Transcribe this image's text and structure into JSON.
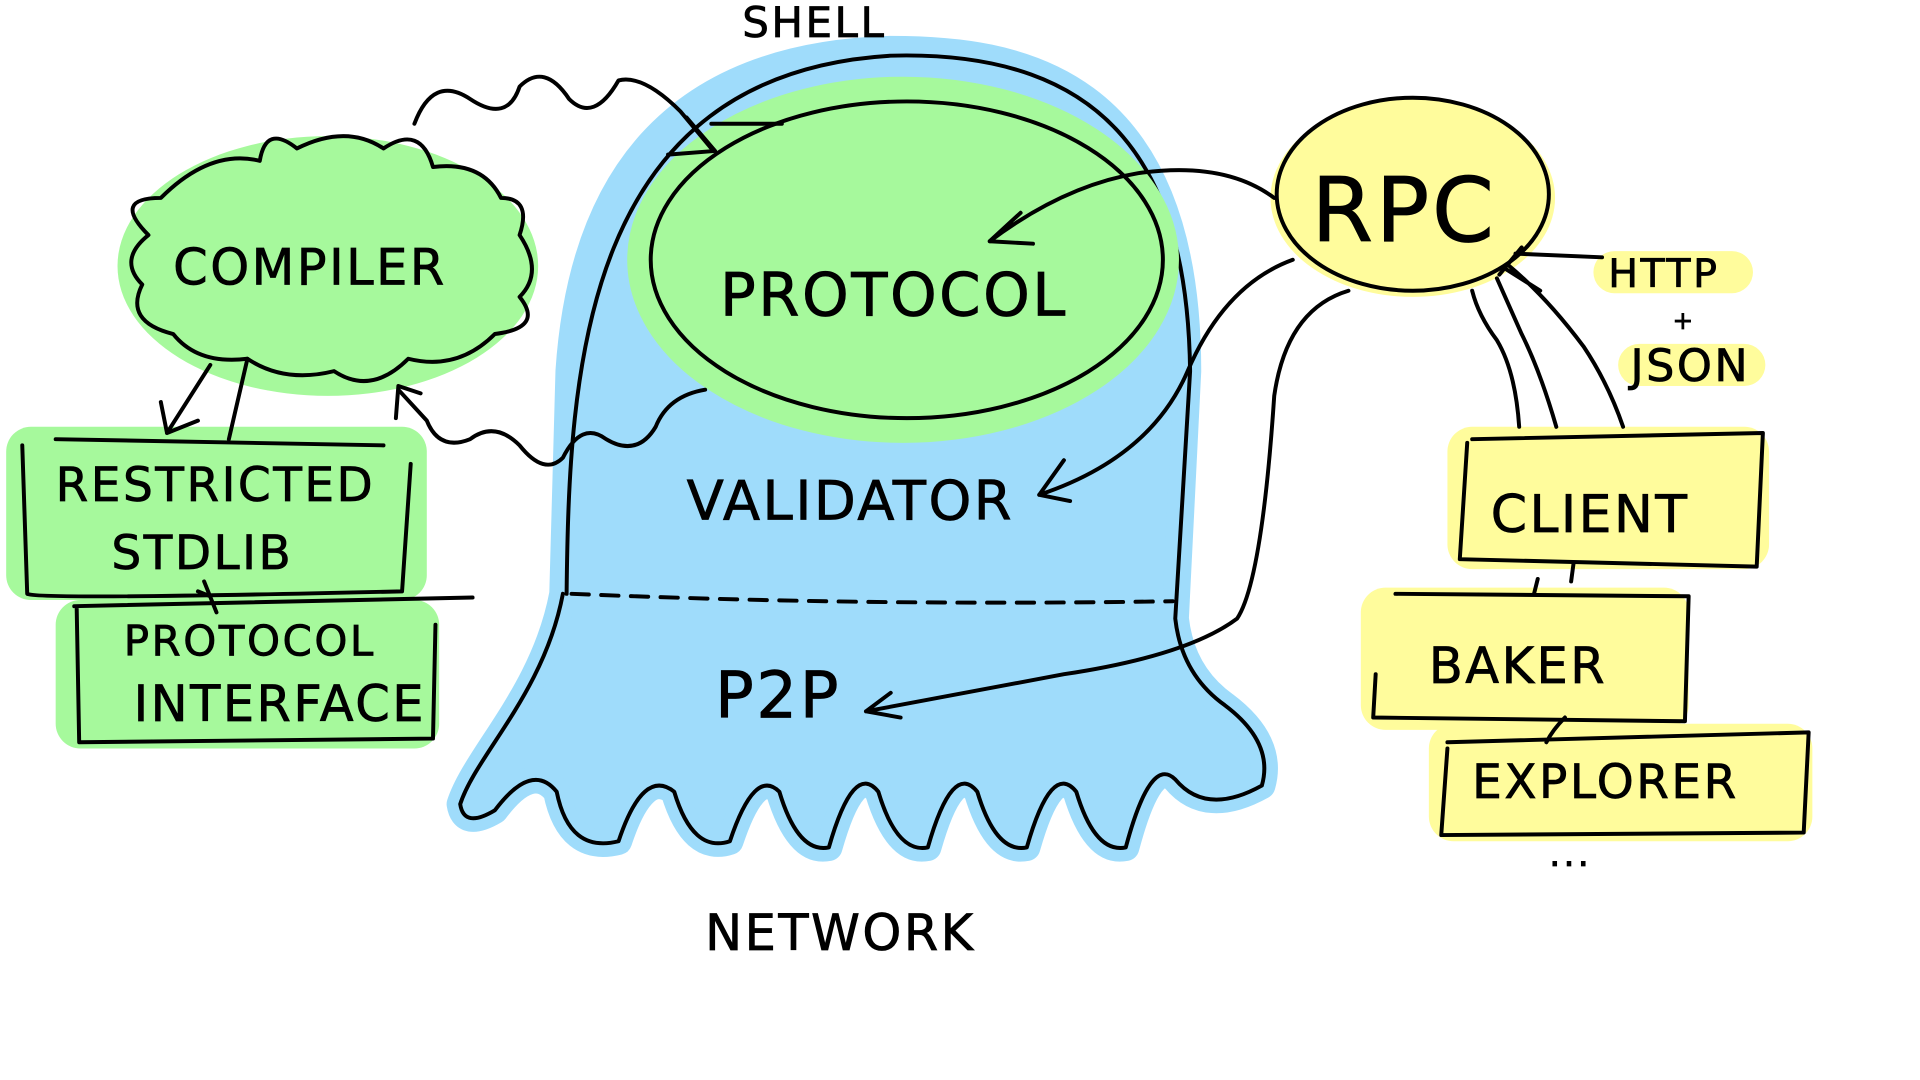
{
  "diagram": {
    "shell": {
      "label": "SHELL"
    },
    "protocol": {
      "label": "PROTOCOL"
    },
    "compiler": {
      "label": "COMPILER"
    },
    "restricted_stdlib": {
      "line1": "RESTRICTED",
      "line2": "STDLIB"
    },
    "protocol_interface": {
      "line1": "PROTOCOL",
      "line2": "INTERFACE"
    },
    "validator": {
      "label": "VALIDATOR"
    },
    "p2p": {
      "label": "P2P"
    },
    "network": {
      "label": "NETWORK"
    },
    "rpc": {
      "label": "RPC"
    },
    "transport": {
      "line1": "HTTP",
      "line2": "+",
      "line3": "JSON"
    },
    "client": {
      "label": "CLIENT"
    },
    "baker": {
      "label": "BAKER"
    },
    "explorer": {
      "label": "EXPLORER"
    },
    "more": {
      "label": "..."
    }
  },
  "colors": {
    "green": "#a6f99c",
    "blue": "#9fdcfb",
    "yellow": "#fffc9c",
    "ink": "#000000"
  }
}
